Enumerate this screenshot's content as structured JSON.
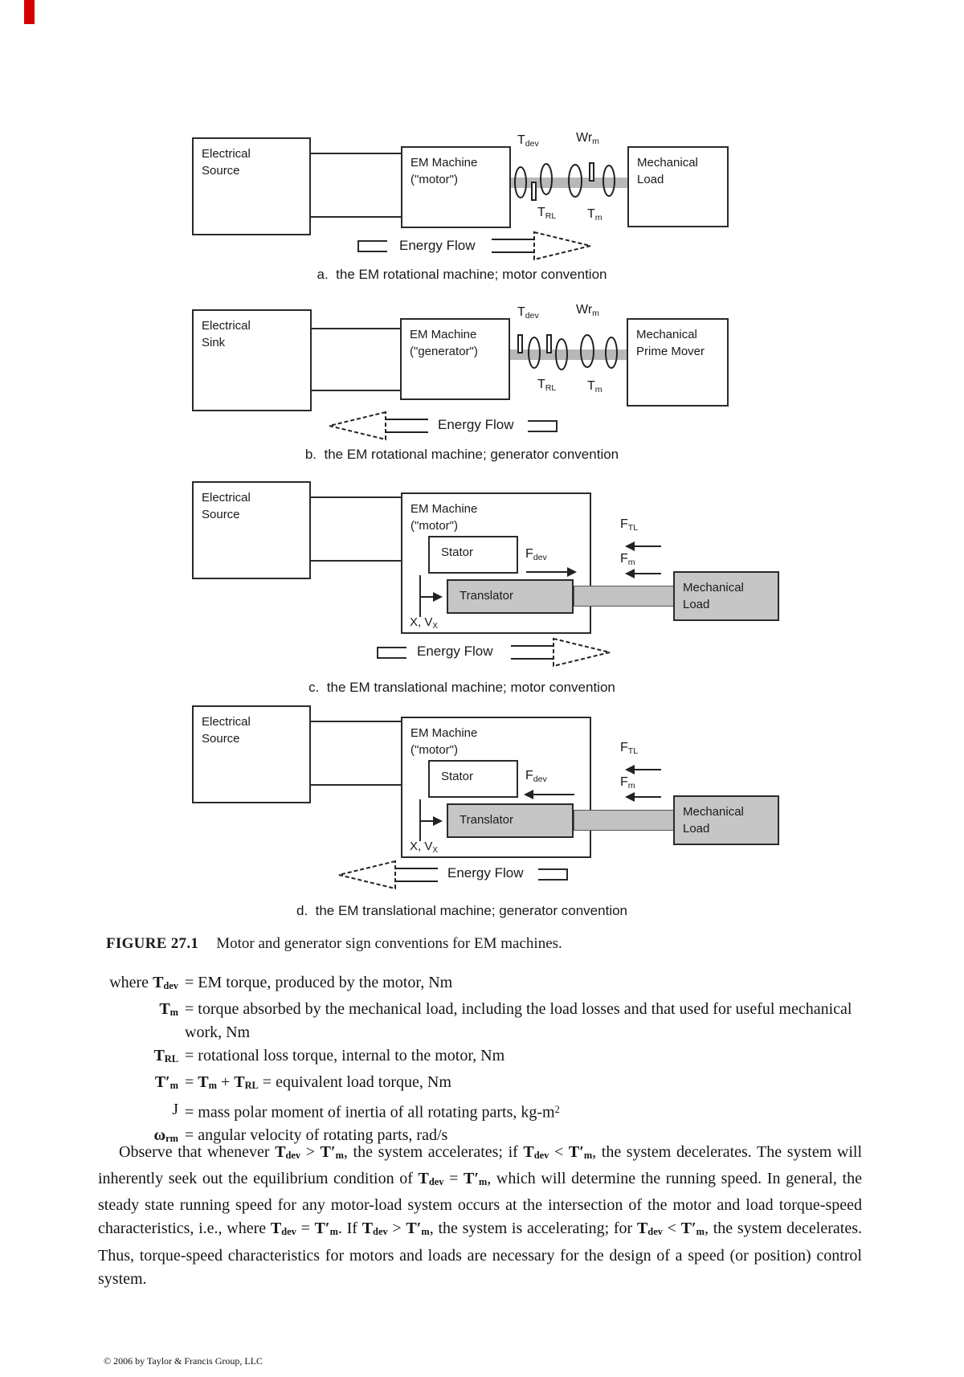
{
  "page": {
    "footer_text": "© 2006 by Taylor & Francis Group, LLC"
  },
  "labels": {
    "energy_flow": "Energy Flow",
    "tdev": [
      {
        "t": "T"
      },
      {
        "sub": "dev"
      }
    ],
    "wrm": [
      {
        "t": "Wr"
      },
      {
        "sub": "m"
      }
    ],
    "trl": [
      {
        "t": "T"
      },
      {
        "sub": "RL"
      }
    ],
    "tm": [
      {
        "t": "T"
      },
      {
        "sub": "m"
      }
    ],
    "fdev": [
      {
        "t": "F"
      },
      {
        "sub": "dev"
      }
    ],
    "ftl": [
      {
        "t": "F"
      },
      {
        "sub": "TL"
      }
    ],
    "fm": [
      {
        "t": "F"
      },
      {
        "sub": "m"
      }
    ],
    "xv": [
      {
        "t": "X, V"
      },
      {
        "sub": "X"
      }
    ]
  },
  "diagram_a": {
    "source": "Electrical Source",
    "machine": "EM Machine (\"motor\")",
    "load": "Mechanical Load",
    "caption": "a.  the EM rotational machine; motor convention"
  },
  "diagram_b": {
    "source": "Electrical Sink",
    "machine": "EM Machine (\"generator\")",
    "load": "Mechanical Prime Mover",
    "caption": "b.  the EM rotational machine; generator convention"
  },
  "diagram_c": {
    "source": "Electrical Source",
    "machine": "EM Machine (\"motor\")",
    "stator": "Stator",
    "translator": "Translator",
    "load": "Mechanical Load",
    "caption": "c.  the EM translational machine; motor convention"
  },
  "diagram_d": {
    "source": "Electrical Source",
    "machine": "EM Machine (\"motor\")",
    "stator": "Stator",
    "translator": "Translator",
    "load": "Mechanical Load",
    "caption": "d.  the EM translational machine; generator convention"
  },
  "figure_caption": {
    "label": "FIGURE 27.1",
    "text": "Motor and generator sign conventions for EM machines."
  },
  "definitions": {
    "rows": [
      {
        "sym": [
          {
            "t": "where "
          },
          {
            "b": "T"
          },
          {
            "sub": "dev"
          }
        ],
        "rest": [
          {
            "t": "= EM torque, produced by the motor, Nm"
          }
        ]
      },
      {
        "sym": [
          {
            "b": "T"
          },
          {
            "sub": "m"
          }
        ],
        "rest": [
          {
            "t": "= torque absorbed by the mechanical load, including the load losses and that used for useful mechanical work, Nm"
          }
        ]
      },
      {
        "sym": [
          {
            "b": "T"
          },
          {
            "sub": "RL"
          }
        ],
        "rest": [
          {
            "t": "= rotational loss torque, internal to the motor, Nm"
          }
        ]
      },
      {
        "sym": [
          {
            "b": "T′"
          },
          {
            "sub": "m"
          }
        ],
        "rest": [
          {
            "t": "= "
          },
          {
            "b": "T"
          },
          {
            "sub": "m"
          },
          {
            "t": " + "
          },
          {
            "b": "T"
          },
          {
            "sub": "RL"
          },
          {
            "t": " = equivalent load torque, Nm"
          }
        ]
      },
      {
        "sym": [
          {
            "t": "J"
          }
        ],
        "rest": [
          {
            "t": "= mass polar moment of inertia of all rotating parts, kg-m"
          },
          {
            "sup": "2"
          }
        ]
      },
      {
        "sym": [
          {
            "b": "ω"
          },
          {
            "sub": "rm"
          }
        ],
        "rest": [
          {
            "t": "= angular velocity of rotating parts, rad/s"
          }
        ]
      }
    ]
  },
  "paragraph": {
    "parts": [
      {
        "t": "Observe that whenever "
      },
      {
        "b": "T"
      },
      {
        "sub": "dev"
      },
      {
        "t": " > "
      },
      {
        "b": "T′"
      },
      {
        "sub": "m"
      },
      {
        "t": ", the system accelerates; if "
      },
      {
        "b": "T"
      },
      {
        "sub": "dev"
      },
      {
        "t": " < "
      },
      {
        "b": "T′"
      },
      {
        "sub": "m"
      },
      {
        "t": ", the system decelerates. The system will inherently seek out the equilibrium condition of "
      },
      {
        "b": "T"
      },
      {
        "sub": "dev"
      },
      {
        "t": " = "
      },
      {
        "b": "T′"
      },
      {
        "sub": "m"
      },
      {
        "t": ", which will determine the running speed. In general, the steady state running speed for any motor-load system occurs at the intersection of the motor and load torque-speed characteristics, i.e., where "
      },
      {
        "b": "T"
      },
      {
        "sub": "dev"
      },
      {
        "t": " = "
      },
      {
        "b": "T′"
      },
      {
        "sub": "m"
      },
      {
        "t": ". If "
      },
      {
        "b": "T"
      },
      {
        "sub": "dev"
      },
      {
        "t": " > "
      },
      {
        "b": "T′"
      },
      {
        "sub": "m"
      },
      {
        "t": ", the system is accelerating; for "
      },
      {
        "b": "T"
      },
      {
        "sub": "dev"
      },
      {
        "t": " < "
      },
      {
        "b": "T′"
      },
      {
        "sub": "m"
      },
      {
        "t": ", the system decelerates. Thus, torque-speed characteristics for motors and loads are necessary for the design of a speed (or position) control system."
      }
    ]
  }
}
